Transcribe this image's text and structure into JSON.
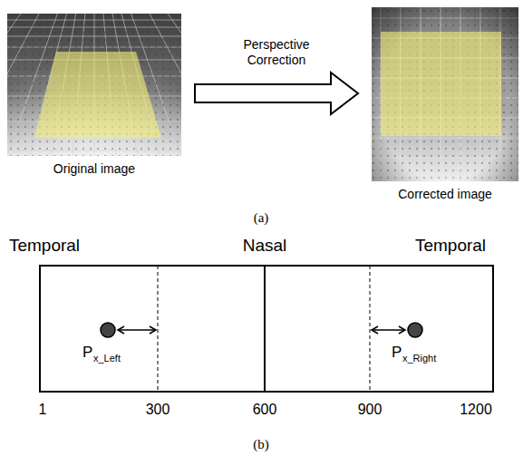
{
  "diagram": {
    "nodes": [
      {
        "text": [
          "Original image"
        ]
      },
      {
        "text": [
          "Corrected image"
        ]
      }
    ],
    "edges": [
      {
        "from": 0,
        "to": 1,
        "arrow": "to",
        "label": "Perspective Correction"
      }
    ],
    "labels": [
      "(a)",
      "Temporal",
      "Nasal",
      "Temporal",
      "P",
      "x_Left",
      "P",
      "x_Right",
      "1",
      "300",
      "600",
      "900",
      "1200",
      "(b)"
    ]
  }
}
